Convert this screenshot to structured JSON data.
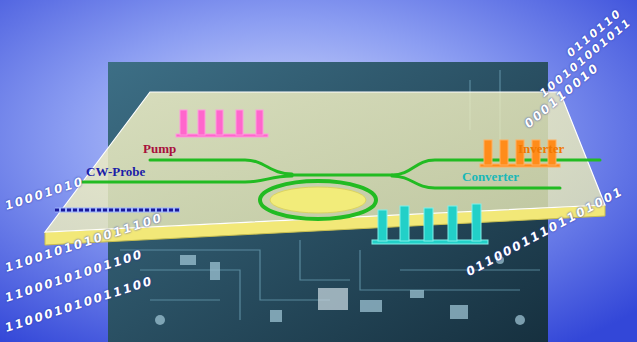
{
  "diagram": {
    "labels": [
      "Pump",
      "CW-Probe",
      "Inverter",
      "Converter",
      "10001010",
      "1100101010011100",
      "11000101001100",
      "110001010011100",
      "01100011101101001",
      "000110010",
      "100101001011",
      "0110110"
    ]
  }
}
